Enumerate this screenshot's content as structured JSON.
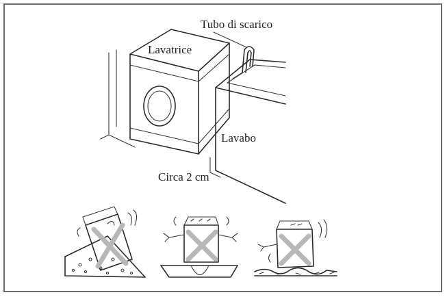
{
  "labels": {
    "washing_machine": "Lavatrice",
    "drain_hose": "Tubo di scarico",
    "sink": "Lavabo",
    "gap": "Circa 2 cm"
  },
  "icons": {
    "washing_machine": "washing-machine-icon",
    "drain_hose": "drain-hose-icon",
    "sink": "sink-icon",
    "uneven_floor": "uneven-floor-icon",
    "raised_center_floor": "raised-floor-icon",
    "bumpy_floor": "bumpy-floor-icon",
    "prohibited": "prohibited-x-icon"
  },
  "colors": {
    "line": "#2a2a2a",
    "cross": "#b8b8b8",
    "frame": "#6b6b6b"
  }
}
